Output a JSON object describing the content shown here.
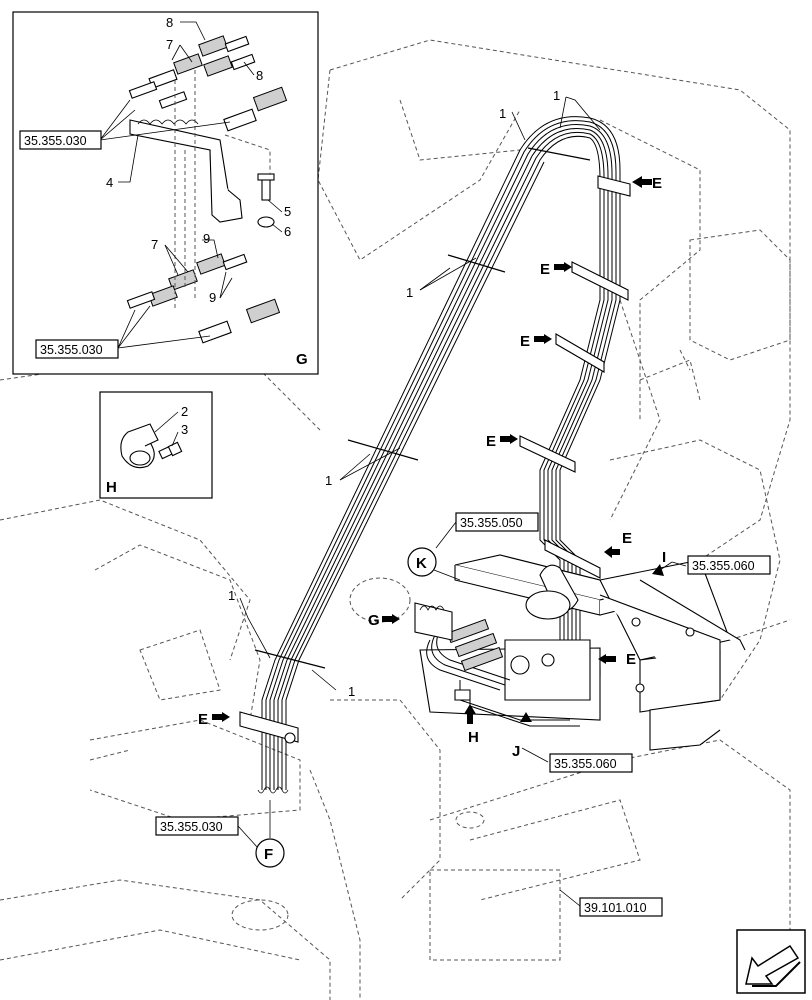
{
  "references": {
    "g_top": "35.355.030",
    "g_bottom": "35.355.030",
    "k": "35.355.050",
    "i": "35.355.060",
    "j": "35.355.060",
    "f": "35.355.030",
    "frame": "39.101.010"
  },
  "views": {
    "g": "G",
    "h": "H",
    "k": "K",
    "f": "F",
    "i": "I",
    "j": "J"
  },
  "arrows": {
    "e": "E",
    "g": "G",
    "h": "H"
  },
  "callouts": {
    "n1": "1",
    "n2": "2",
    "n3": "3",
    "n4": "4",
    "n5": "5",
    "n6": "6",
    "n7": "7",
    "n8": "8",
    "n9": "9"
  }
}
